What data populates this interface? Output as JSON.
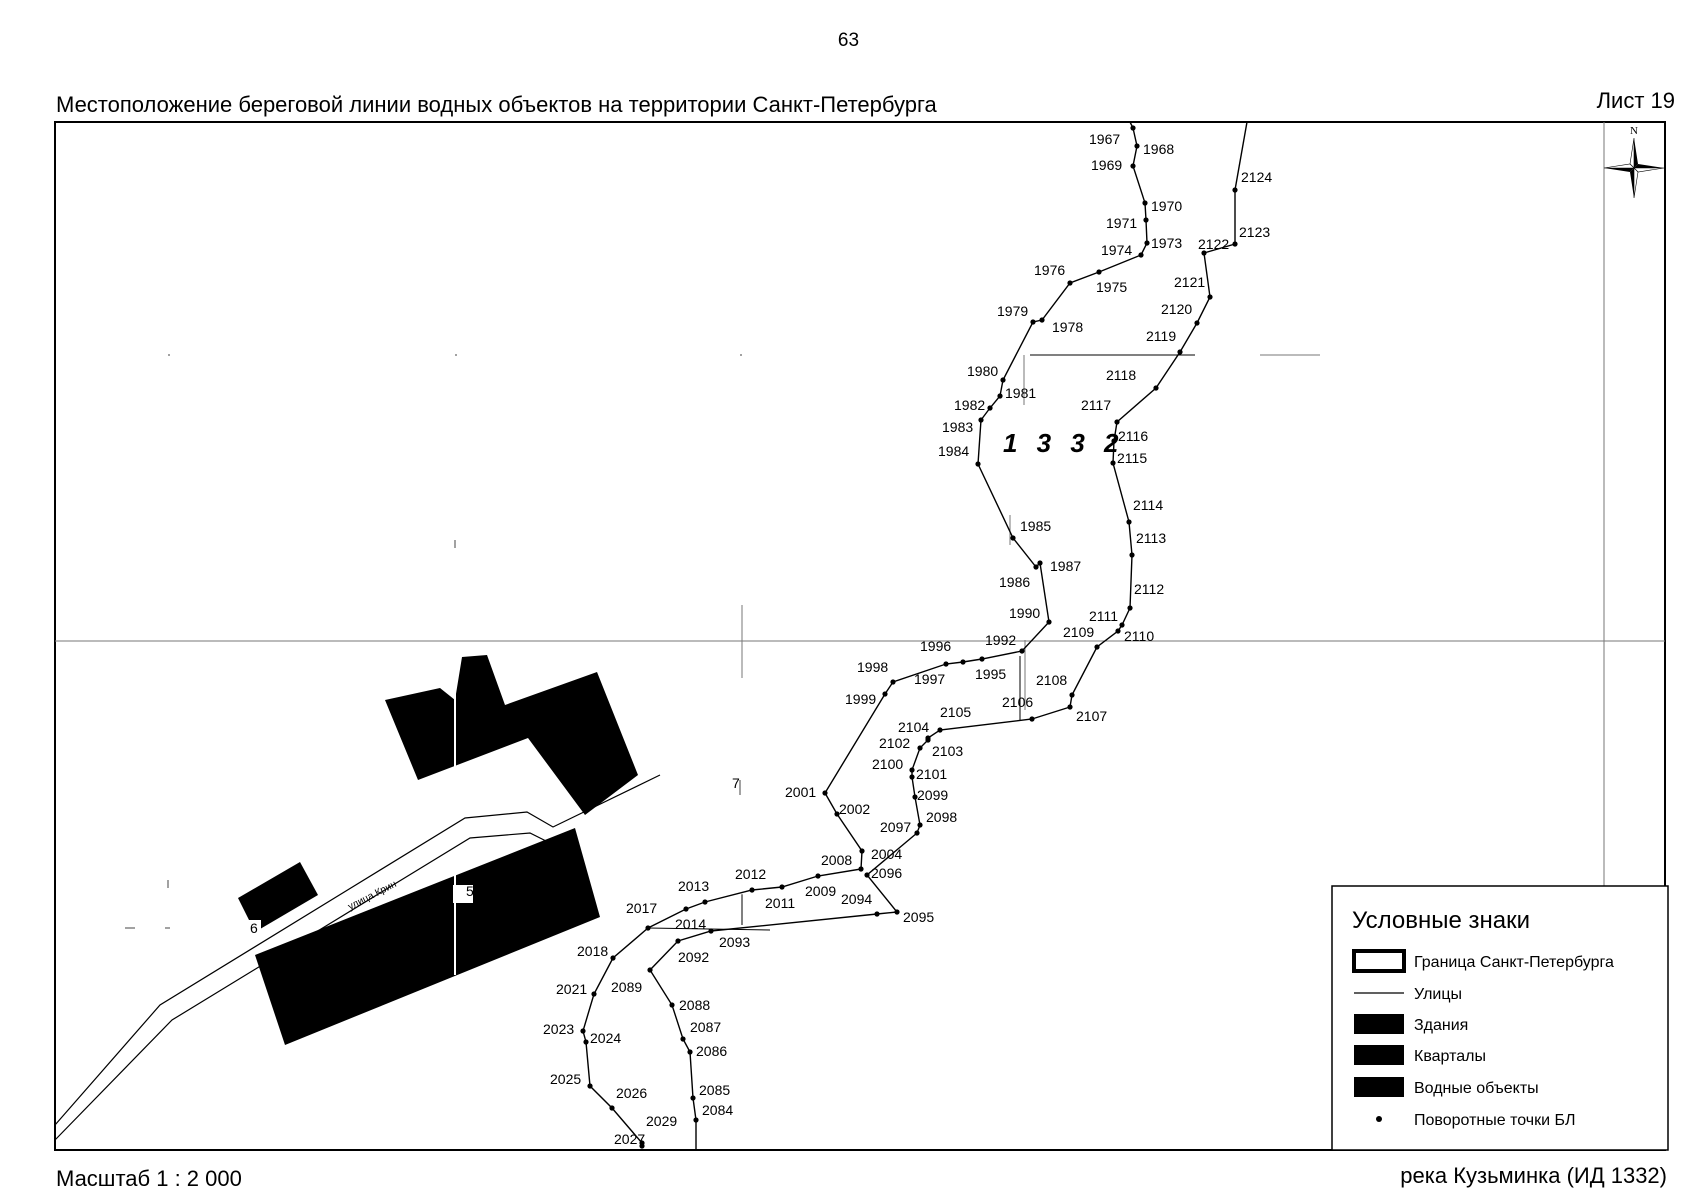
{
  "header": {
    "page_number": "63",
    "title": "Местоположение береговой линии водных объектов на территории Санкт-Петербурга",
    "sheet": "Лист 19"
  },
  "footer": {
    "scale": "Масштаб 1 : 2 000",
    "object": "река Кузьминка (ИД 1332)"
  },
  "map": {
    "river_id": "1 3 3 2",
    "compass_label": "N",
    "street_name": "улица Крин",
    "lot_labels": [
      "5",
      "6",
      "7"
    ],
    "colors": {
      "ink": "#000000",
      "paper": "#ffffff",
      "grid": "#888888"
    },
    "left_bank": [
      {
        "id": "1967",
        "label": "1967"
      },
      {
        "id": "1968",
        "label": "1968"
      },
      {
        "id": "1969",
        "label": "1969"
      },
      {
        "id": "1970",
        "label": "1970"
      },
      {
        "id": "1971",
        "label": "1971"
      },
      {
        "id": "1973",
        "label": "1973"
      },
      {
        "id": "1974",
        "label": "1974"
      },
      {
        "id": "1975",
        "label": "1975"
      },
      {
        "id": "1976",
        "label": "1976"
      },
      {
        "id": "1978",
        "label": "1978"
      },
      {
        "id": "1979",
        "label": "1979"
      },
      {
        "id": "1980",
        "label": "1980"
      },
      {
        "id": "1981",
        "label": "1981"
      },
      {
        "id": "1982",
        "label": "1982"
      },
      {
        "id": "1983",
        "label": "1983"
      },
      {
        "id": "1984",
        "label": "1984"
      },
      {
        "id": "1985",
        "label": "1985"
      },
      {
        "id": "1986",
        "label": "1986"
      },
      {
        "id": "1987",
        "label": "1987"
      },
      {
        "id": "1990",
        "label": "1990"
      },
      {
        "id": "1992",
        "label": "1992"
      },
      {
        "id": "1995",
        "label": "1995"
      },
      {
        "id": "1996",
        "label": "1996"
      },
      {
        "id": "1997",
        "label": "1997"
      },
      {
        "id": "1998",
        "label": "1998"
      },
      {
        "id": "1999",
        "label": "1999"
      },
      {
        "id": "2001",
        "label": "2001"
      },
      {
        "id": "2002",
        "label": "2002"
      },
      {
        "id": "2004",
        "label": "2004"
      },
      {
        "id": "2008",
        "label": "2008"
      },
      {
        "id": "2009",
        "label": "2009"
      },
      {
        "id": "2011",
        "label": "2011"
      },
      {
        "id": "2012",
        "label": "2012"
      },
      {
        "id": "2013",
        "label": "2013"
      },
      {
        "id": "2014",
        "label": "2014"
      },
      {
        "id": "2017",
        "label": "2017"
      },
      {
        "id": "2018",
        "label": "2018"
      },
      {
        "id": "2021",
        "label": "2021"
      },
      {
        "id": "2023",
        "label": "2023"
      },
      {
        "id": "2024",
        "label": "2024"
      },
      {
        "id": "2025",
        "label": "2025"
      },
      {
        "id": "2026",
        "label": "2026"
      },
      {
        "id": "2027",
        "label": "2027"
      },
      {
        "id": "2029",
        "label": "2029"
      }
    ],
    "right_bank": [
      {
        "id": "2124",
        "label": "2124"
      },
      {
        "id": "2123",
        "label": "2123"
      },
      {
        "id": "2122",
        "label": "2122"
      },
      {
        "id": "2121",
        "label": "2121"
      },
      {
        "id": "2120",
        "label": "2120"
      },
      {
        "id": "2119",
        "label": "2119"
      },
      {
        "id": "2118",
        "label": "2118"
      },
      {
        "id": "2117",
        "label": "2117"
      },
      {
        "id": "2116",
        "label": "2116"
      },
      {
        "id": "2115",
        "label": "2115"
      },
      {
        "id": "2114",
        "label": "2114"
      },
      {
        "id": "2113",
        "label": "2113"
      },
      {
        "id": "2112",
        "label": "2112"
      },
      {
        "id": "2111",
        "label": "2111"
      },
      {
        "id": "2110",
        "label": "2110"
      },
      {
        "id": "2109",
        "label": "2109"
      },
      {
        "id": "2108",
        "label": "2108"
      },
      {
        "id": "2107",
        "label": "2107"
      },
      {
        "id": "2106",
        "label": "2106"
      },
      {
        "id": "2105",
        "label": "2105"
      },
      {
        "id": "2104",
        "label": "2104"
      },
      {
        "id": "2103",
        "label": "2103"
      },
      {
        "id": "2102",
        "label": "2102"
      },
      {
        "id": "2101",
        "label": "2101"
      },
      {
        "id": "2100",
        "label": "2100"
      },
      {
        "id": "2099",
        "label": "2099"
      },
      {
        "id": "2098",
        "label": "2098"
      },
      {
        "id": "2097",
        "label": "2097"
      },
      {
        "id": "2096",
        "label": "2096"
      },
      {
        "id": "2095",
        "label": "2095"
      },
      {
        "id": "2094",
        "label": "2094"
      },
      {
        "id": "2093",
        "label": "2093"
      },
      {
        "id": "2092",
        "label": "2092"
      },
      {
        "id": "2089",
        "label": "2089"
      },
      {
        "id": "2088",
        "label": "2088"
      },
      {
        "id": "2087",
        "label": "2087"
      },
      {
        "id": "2086",
        "label": "2086"
      },
      {
        "id": "2085",
        "label": "2085"
      },
      {
        "id": "2084",
        "label": "2084"
      }
    ]
  },
  "legend": {
    "title": "Условные знаки",
    "items": [
      {
        "key": "boundary",
        "label": "Граница Санкт-Петербурга"
      },
      {
        "key": "streets",
        "label": "Улицы"
      },
      {
        "key": "buildings",
        "label": "Здания"
      },
      {
        "key": "blocks",
        "label": "Кварталы"
      },
      {
        "key": "water",
        "label": "Водные объекты"
      },
      {
        "key": "points",
        "label": "Поворотные точки БЛ"
      }
    ]
  }
}
